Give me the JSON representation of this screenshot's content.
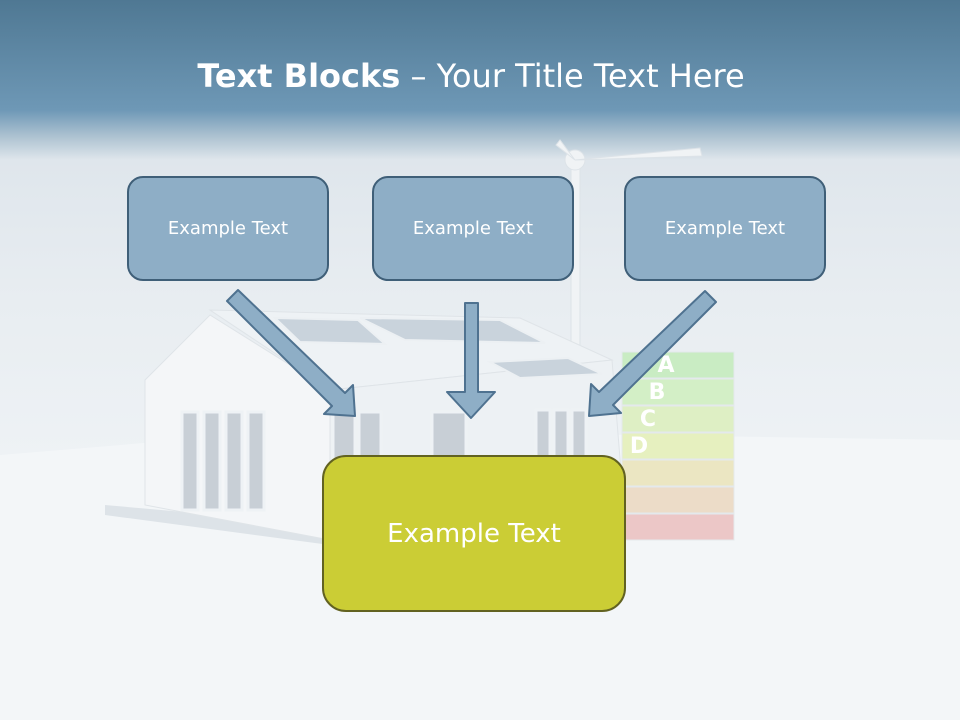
{
  "title": {
    "bold": "Text Blocks",
    "dash": " – ",
    "rest": "Your Title Text Here"
  },
  "blocks": {
    "left": "Example Text",
    "center": "Example Text",
    "right": "Example Text",
    "main": "Example Text"
  },
  "energy_label": {
    "letters": [
      "A",
      "B",
      "C",
      "D"
    ],
    "colors": [
      "#c9ecc3",
      "#d3efc6",
      "#deefc4",
      "#e6f0bf",
      "#ebe6c2",
      "#ecdcc8",
      "#ecc7c7"
    ]
  },
  "colors": {
    "top_box_fill": "#8eaec6",
    "top_box_border": "#3f5f78",
    "main_box_fill": "#cbcd35",
    "main_box_border": "#626221",
    "arrow_fill": "#8eaec6",
    "arrow_stroke": "#4f7290"
  }
}
